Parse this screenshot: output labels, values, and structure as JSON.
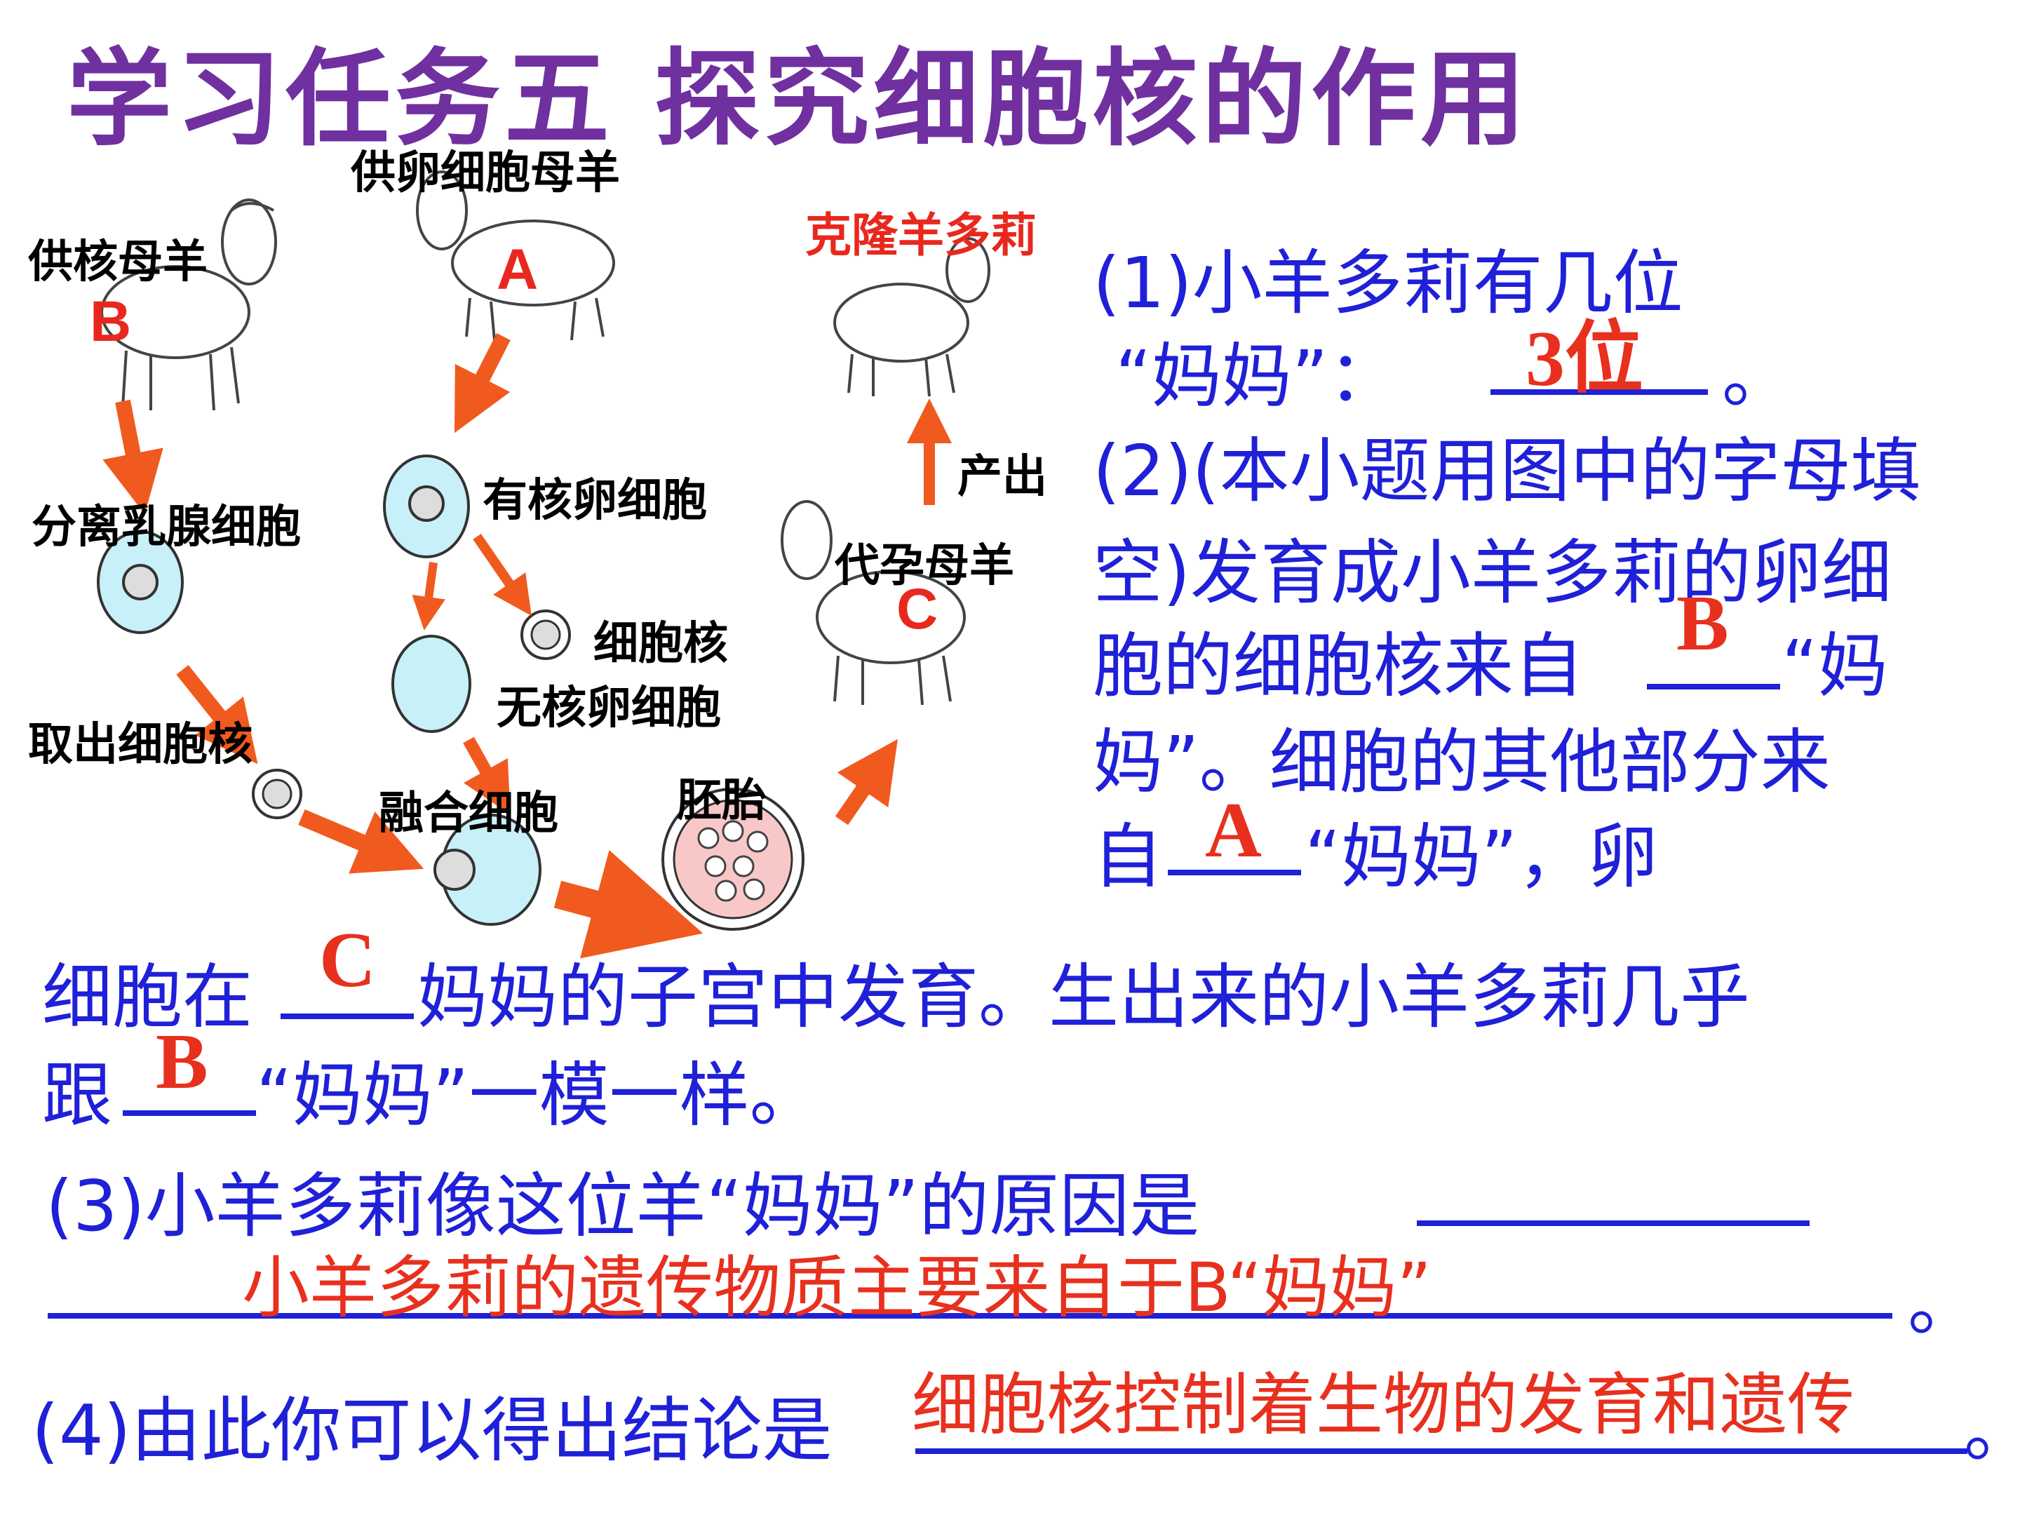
{
  "title": "学习任务五  探究细胞核的作用",
  "diagram": {
    "egg_donor_ewe": "供卵细胞母羊",
    "nucleus_donor_ewe": "供核母羊",
    "clone_dolly": "克隆羊多莉",
    "letter_a": "A",
    "letter_b": "B",
    "letter_c": "C",
    "isolate_mammary_cell": "分离乳腺细胞",
    "nucleated_egg": "有核卵细胞",
    "produce": "产出",
    "surrogate_ewe": "代孕母羊",
    "nucleus": "细胞核",
    "enucleated_egg": "无核卵细胞",
    "take_out_nucleus": "取出细胞核",
    "fused_cell": "融合细胞",
    "embryo": "胚胎"
  },
  "questions": {
    "q1_line1": "(1)小羊多莉有几位",
    "q1_line2": "“妈妈”：",
    "q1_answer": "3位",
    "q1_end": "。",
    "q2_line1": "(2)(本小题用图中的字母填",
    "q2_line2": "空)发育成小羊多莉的卵细",
    "q2_line3_a": "胞的细胞核来自",
    "q2_line3_b": "“妈",
    "q2_answer_1": "B",
    "q2_line4": "妈”。细胞的其他部分来",
    "q2_line5_a": "自",
    "q2_line5_b": "“妈妈”，卵",
    "q2_answer_2": "A",
    "q2_line6_a": "细胞在",
    "q2_line6_b": "妈妈的子宫中发育。生出来的小羊多莉几乎",
    "q2_answer_3": "C",
    "q2_line7_a": "跟",
    "q2_line7_b": "“妈妈”一模一样。",
    "q2_answer_4": "B",
    "q3_line1": "(3)小羊多莉像这位羊“妈妈”的原因是",
    "q3_answer": "小羊多莉的遗传物质主要来自于B“妈妈”",
    "q3_end": "。",
    "q4_line": "(4)由此你可以得出结论是",
    "q4_answer": "细胞核控制着生物的发育和遗传",
    "q4_end": "。"
  },
  "colors": {
    "title": "#7030a0",
    "question": "#1f20d8",
    "answer": "#e8301e",
    "arrow": "#f05a1e",
    "cell_fill": "#c8f0f8",
    "embryo_fill": "#f8c8c8"
  }
}
